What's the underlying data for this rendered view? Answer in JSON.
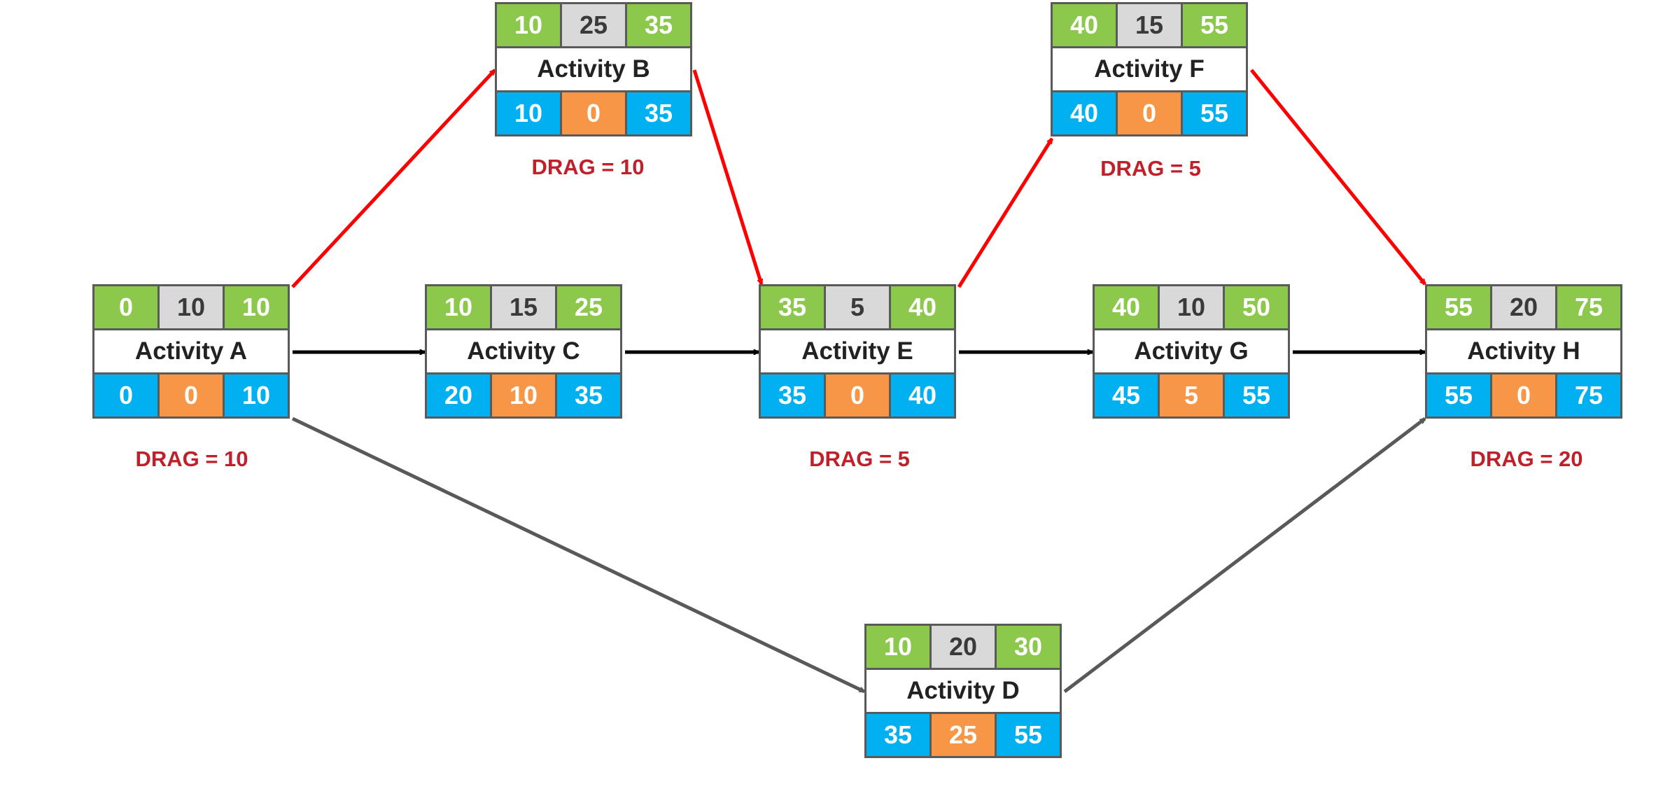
{
  "colors": {
    "early": "#8cc84b",
    "duration": "#d9d9d9",
    "late": "#00b0f0",
    "float": "#f79646",
    "critical_arrow": "#ff0000",
    "normal_arrow": "#000000",
    "secondary_arrow": "#595959",
    "drag_text": "#c0202a"
  },
  "activities": {
    "a": {
      "name": "Activity A",
      "es": "0",
      "dur": "10",
      "ef": "10",
      "ls": "0",
      "tf": "0",
      "lf": "10",
      "drag": "DRAG = 10"
    },
    "b": {
      "name": "Activity B",
      "es": "10",
      "dur": "25",
      "ef": "35",
      "ls": "10",
      "tf": "0",
      "lf": "35",
      "drag": "DRAG = 10"
    },
    "c": {
      "name": "Activity C",
      "es": "10",
      "dur": "15",
      "ef": "25",
      "ls": "20",
      "tf": "10",
      "lf": "35"
    },
    "d": {
      "name": "Activity D",
      "es": "10",
      "dur": "20",
      "ef": "30",
      "ls": "35",
      "tf": "25",
      "lf": "55"
    },
    "e": {
      "name": "Activity E",
      "es": "35",
      "dur": "5",
      "ef": "40",
      "ls": "35",
      "tf": "0",
      "lf": "40",
      "drag": "DRAG = 5"
    },
    "f": {
      "name": "Activity F",
      "es": "40",
      "dur": "15",
      "ef": "55",
      "ls": "40",
      "tf": "0",
      "lf": "55",
      "drag": "DRAG = 5"
    },
    "g": {
      "name": "Activity G",
      "es": "40",
      "dur": "10",
      "ef": "50",
      "ls": "45",
      "tf": "5",
      "lf": "55"
    },
    "h": {
      "name": "Activity H",
      "es": "55",
      "dur": "20",
      "ef": "75",
      "ls": "55",
      "tf": "0",
      "lf": "75",
      "drag": "DRAG = 20"
    }
  },
  "links": [
    {
      "from": "Activity A",
      "to": "Activity B",
      "type": "critical"
    },
    {
      "from": "Activity B",
      "to": "Activity E",
      "type": "critical"
    },
    {
      "from": "Activity E",
      "to": "Activity F",
      "type": "critical"
    },
    {
      "from": "Activity F",
      "to": "Activity H",
      "type": "critical"
    },
    {
      "from": "Activity A",
      "to": "Activity C",
      "type": "normal"
    },
    {
      "from": "Activity C",
      "to": "Activity E",
      "type": "normal"
    },
    {
      "from": "Activity E",
      "to": "Activity G",
      "type": "normal"
    },
    {
      "from": "Activity G",
      "to": "Activity H",
      "type": "normal"
    },
    {
      "from": "Activity A",
      "to": "Activity D",
      "type": "secondary"
    },
    {
      "from": "Activity D",
      "to": "Activity H",
      "type": "secondary"
    }
  ]
}
